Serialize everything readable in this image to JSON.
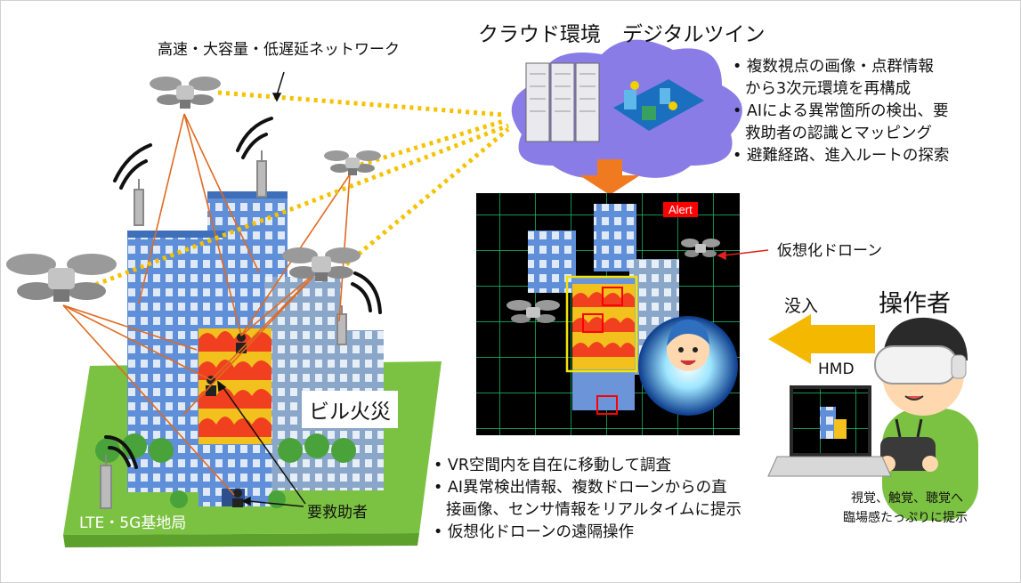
{
  "labels": {
    "network": "高速・大容量・低遅延ネットワーク",
    "cloud_env": "クラウド環境",
    "digital_twin": "デジタルツイン",
    "building_fire": "ビル火災",
    "base_station": "LTE・5G基地局",
    "rescuee": "要救助者",
    "virtual_drone": "仮想化ドローン",
    "immerse": "没入",
    "operator": "操作者",
    "hmd": "HMD",
    "alert": "Alert",
    "senses_line1": "視覚、触覚、聴覚へ",
    "senses_line2": "臨場感たっぷりに提示"
  },
  "cloud_bullets": [
    {
      "l1": "• 複数視点の画像・点群情報",
      "l2": "から3次元環境を再構成"
    },
    {
      "l1": "• AIによる異常箇所の検出、要",
      "l2": "救助者の認識とマッピング"
    },
    {
      "l1": "• 避難経路、進入ルートの探索",
      "l2": ""
    }
  ],
  "vr_bullets": [
    {
      "l1": "• VR空間内を自在に移動して調査",
      "l2": ""
    },
    {
      "l1": "• AI異常検出情報、複数ドローンからの直",
      "l2": "接画像、センサ情報をリアルタイムに提示"
    },
    {
      "l1": "• 仮想化ドローンの遠隔操作",
      "l2": ""
    }
  ],
  "colors": {
    "ground": "#7cc242",
    "cloud": "#8a7ce6",
    "arrow_orange": "#f07a20",
    "immerse_arrow": "#f5b800",
    "network_dots": "#f5c200",
    "link_lines": "#e06a20",
    "building": "#5b8fd6",
    "fire": "#f04020"
  }
}
